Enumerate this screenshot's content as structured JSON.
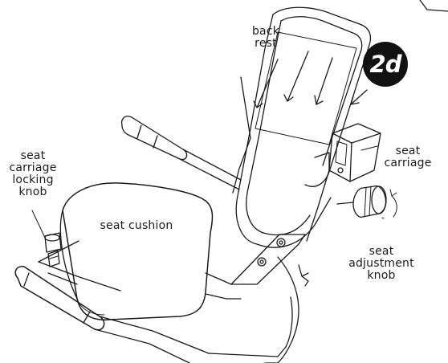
{
  "step": "2d",
  "labels": {
    "back_rest": "back\nrest",
    "seat_carriage": "seat\ncarriage",
    "seat_carriage_locking_knob": "seat\ncarriage\nlocking\nknob",
    "seat_cushion": "seat cushion",
    "seat_adjustment_knob": "seat\nadjustment\nknob"
  },
  "colors": {
    "line": "#1a1a1a",
    "badge": "#111111",
    "badge_text": "#ffffff"
  }
}
